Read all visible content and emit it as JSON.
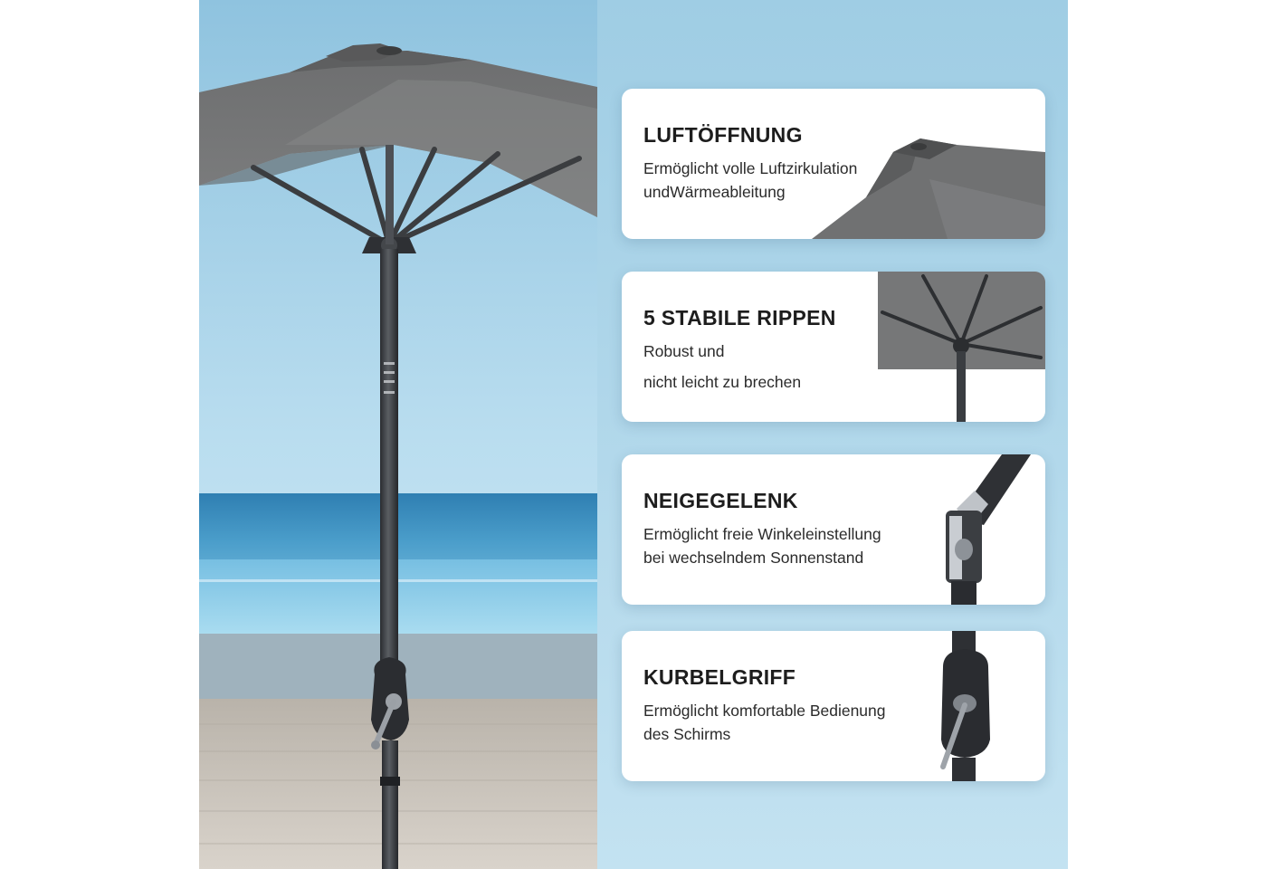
{
  "colors": {
    "sky": "#a9d4e9",
    "sea": "#3e8fbd",
    "deck": "#c8c1b8",
    "canopy": "#737474",
    "pole": "#3a3d41",
    "panel": "#a8d3e8"
  },
  "features": [
    {
      "title": "LUFTÖFFNUNG",
      "lines": [
        "Ermöglicht volle Luftzirkulation",
        "undWärmeableitung"
      ],
      "image_icon": "vent-closeup-icon"
    },
    {
      "title": "5 STABILE RIPPEN",
      "lines": [
        "Robust und",
        "nicht leicht zu brechen"
      ],
      "image_icon": "ribs-closeup-icon"
    },
    {
      "title": "NEIGEGELENK",
      "lines": [
        "Ermöglicht freie Winkeleinstellung",
        "bei wechselndem Sonnenstand"
      ],
      "image_icon": "tilt-joint-closeup-icon"
    },
    {
      "title": "KURBELGRIFF",
      "lines": [
        "Ermöglicht komfortable Bedienung",
        "des Schirms"
      ],
      "image_icon": "crank-handle-closeup-icon"
    }
  ]
}
